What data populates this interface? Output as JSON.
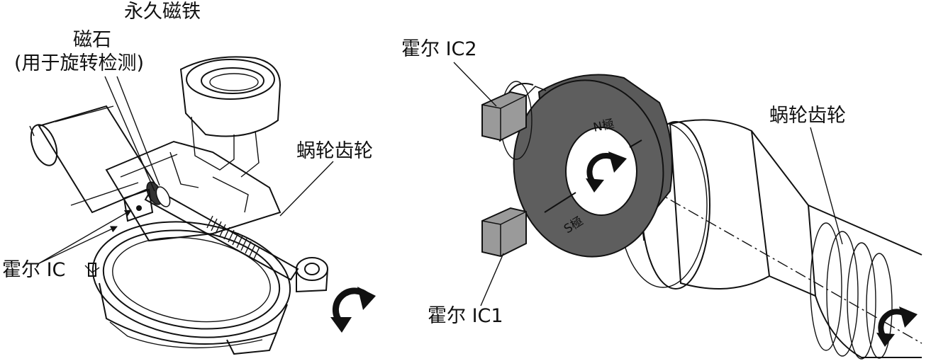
{
  "left_figure": {
    "labels": {
      "permanent_magnet": "永久磁铁",
      "magnet": "磁石",
      "magnet_note": "(用于旋转检测)",
      "worm_gear": "蜗轮齿轮",
      "hall_ic": "霍尔 IC"
    }
  },
  "right_figure": {
    "labels": {
      "hall_ic2": "霍尔 IC2",
      "hall_ic1": "霍尔 IC1",
      "worm_gear": "蜗轮齿轮",
      "n_pole": "N極",
      "s_pole": "S極"
    }
  },
  "colors": {
    "line": "#111111",
    "magnet_ring": "#5a5a5a",
    "sensor_box": "#9a9a9a",
    "background": "#ffffff"
  }
}
